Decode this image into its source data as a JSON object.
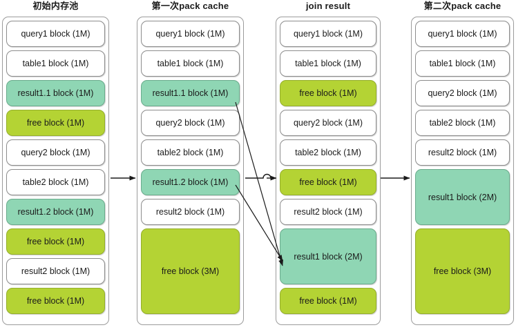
{
  "diagram": {
    "title_semantics": "memory-pool-pack-cache-flow",
    "colors": {
      "result_block": "#8fd6b4",
      "free_block": "#b4d334",
      "plain_block": "#ffffff",
      "border": "#8c8c8c",
      "arrow": "#1a1a1a",
      "background": "#ffffff"
    },
    "columns": [
      {
        "id": "initial-memory-pool",
        "title": "初始内存池",
        "blocks": [
          {
            "label": "query1 block (1M)",
            "kind": "plain",
            "units": 1
          },
          {
            "label": "table1 block (1M)",
            "kind": "plain",
            "units": 1
          },
          {
            "label": "result1.1 block (1M)",
            "kind": "result",
            "units": 1
          },
          {
            "label": "free block (1M)",
            "kind": "free",
            "units": 1
          },
          {
            "label": "query2 block (1M)",
            "kind": "plain",
            "units": 1
          },
          {
            "label": "table2 block (1M)",
            "kind": "plain",
            "units": 1
          },
          {
            "label": "result1.2 block (1M)",
            "kind": "result",
            "units": 1
          },
          {
            "label": "free block (1M)",
            "kind": "free",
            "units": 1
          },
          {
            "label": "result2 block (1M)",
            "kind": "plain",
            "units": 1
          },
          {
            "label": "free block (1M)",
            "kind": "free",
            "units": 1
          }
        ]
      },
      {
        "id": "first-pack-cache",
        "title": "第一次pack cache",
        "blocks": [
          {
            "label": "query1 block (1M)",
            "kind": "plain",
            "units": 1
          },
          {
            "label": "table1 block (1M)",
            "kind": "plain",
            "units": 1
          },
          {
            "label": "result1.1 block (1M)",
            "kind": "result",
            "units": 1
          },
          {
            "label": "query2 block (1M)",
            "kind": "plain",
            "units": 1
          },
          {
            "label": "table2 block (1M)",
            "kind": "plain",
            "units": 1
          },
          {
            "label": "result1.2 block (1M)",
            "kind": "result",
            "units": 1
          },
          {
            "label": "result2 block (1M)",
            "kind": "plain",
            "units": 1
          },
          {
            "label": "free block (3M)",
            "kind": "free",
            "units": 3
          }
        ]
      },
      {
        "id": "join-result",
        "title": "join result",
        "blocks": [
          {
            "label": "query1 block (1M)",
            "kind": "plain",
            "units": 1
          },
          {
            "label": "table1 block (1M)",
            "kind": "plain",
            "units": 1
          },
          {
            "label": "free block (1M)",
            "kind": "free",
            "units": 1
          },
          {
            "label": "query2 block (1M)",
            "kind": "plain",
            "units": 1
          },
          {
            "label": "table2 block (1M)",
            "kind": "plain",
            "units": 1
          },
          {
            "label": "free block (1M)",
            "kind": "free",
            "units": 1
          },
          {
            "label": "result2 block (1M)",
            "kind": "plain",
            "units": 1
          },
          {
            "label": "result1 block (2M)",
            "kind": "result",
            "units": 2
          },
          {
            "label": "free block (1M)",
            "kind": "free",
            "units": 1
          }
        ]
      },
      {
        "id": "second-pack-cache",
        "title": "第二次pack cache",
        "blocks": [
          {
            "label": "query1 block (1M)",
            "kind": "plain",
            "units": 1
          },
          {
            "label": "table1 block (1M)",
            "kind": "plain",
            "units": 1
          },
          {
            "label": "query2 block (1M)",
            "kind": "plain",
            "units": 1
          },
          {
            "label": "table2 block (1M)",
            "kind": "plain",
            "units": 1
          },
          {
            "label": "result2 block (1M)",
            "kind": "plain",
            "units": 1
          },
          {
            "label": "result1 block (2M)",
            "kind": "result",
            "units": 2
          },
          {
            "label": "free block (3M)",
            "kind": "free",
            "units": 3
          }
        ]
      }
    ],
    "connectors": [
      {
        "id": "arrow-pool-to-pack1",
        "type": "horizontal",
        "from": "initial-memory-pool",
        "to": "first-pack-cache"
      },
      {
        "id": "arrow-pack1-to-join",
        "type": "horizontal",
        "from": "first-pack-cache",
        "to": "join-result"
      },
      {
        "id": "arrow-join-to-pack2",
        "type": "horizontal",
        "from": "join-result",
        "to": "second-pack-cache"
      },
      {
        "id": "arrow-result11-to-result1",
        "type": "diagonal",
        "from": "result1.1 block (1M)",
        "to": "result1 block (2M)"
      },
      {
        "id": "arrow-result12-to-result1",
        "type": "diagonal",
        "from": "result1.2 block (1M)",
        "to": "result1 block (2M)"
      }
    ]
  }
}
